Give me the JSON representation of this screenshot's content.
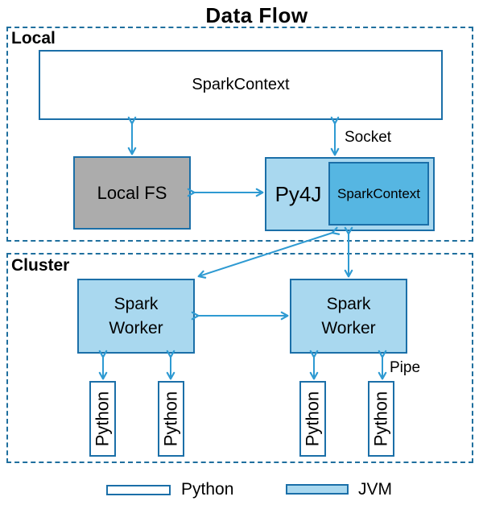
{
  "title": "Data Flow",
  "sections": {
    "local": {
      "label": "Local"
    },
    "cluster": {
      "label": "Cluster"
    }
  },
  "nodes": {
    "spark_context_main": {
      "label": "SparkContext"
    },
    "local_fs": {
      "label": "Local FS"
    },
    "py4j": {
      "label": "Py4J"
    },
    "py4j_spark_context": {
      "label": "SparkContext"
    },
    "spark_worker_left": {
      "label": "Spark Worker"
    },
    "spark_worker_right": {
      "label": "Spark Worker"
    },
    "python_workers": [
      "Python",
      "Python",
      "Python",
      "Python"
    ]
  },
  "edge_labels": {
    "socket": "Socket",
    "pipe": "Pipe"
  },
  "legend": {
    "python": {
      "label": "Python"
    },
    "jvm": {
      "label": "JVM"
    }
  },
  "colors": {
    "box_border": "#1b6fa8",
    "dashed_border": "#1f6f9e",
    "arrow": "#2e9ad2",
    "jvm_fill": "#a9d8ef",
    "jvm_inner_fill": "#56b6e2",
    "local_fs_fill": "#acacac",
    "python_fill": "#ffffff",
    "text": "#000000"
  }
}
